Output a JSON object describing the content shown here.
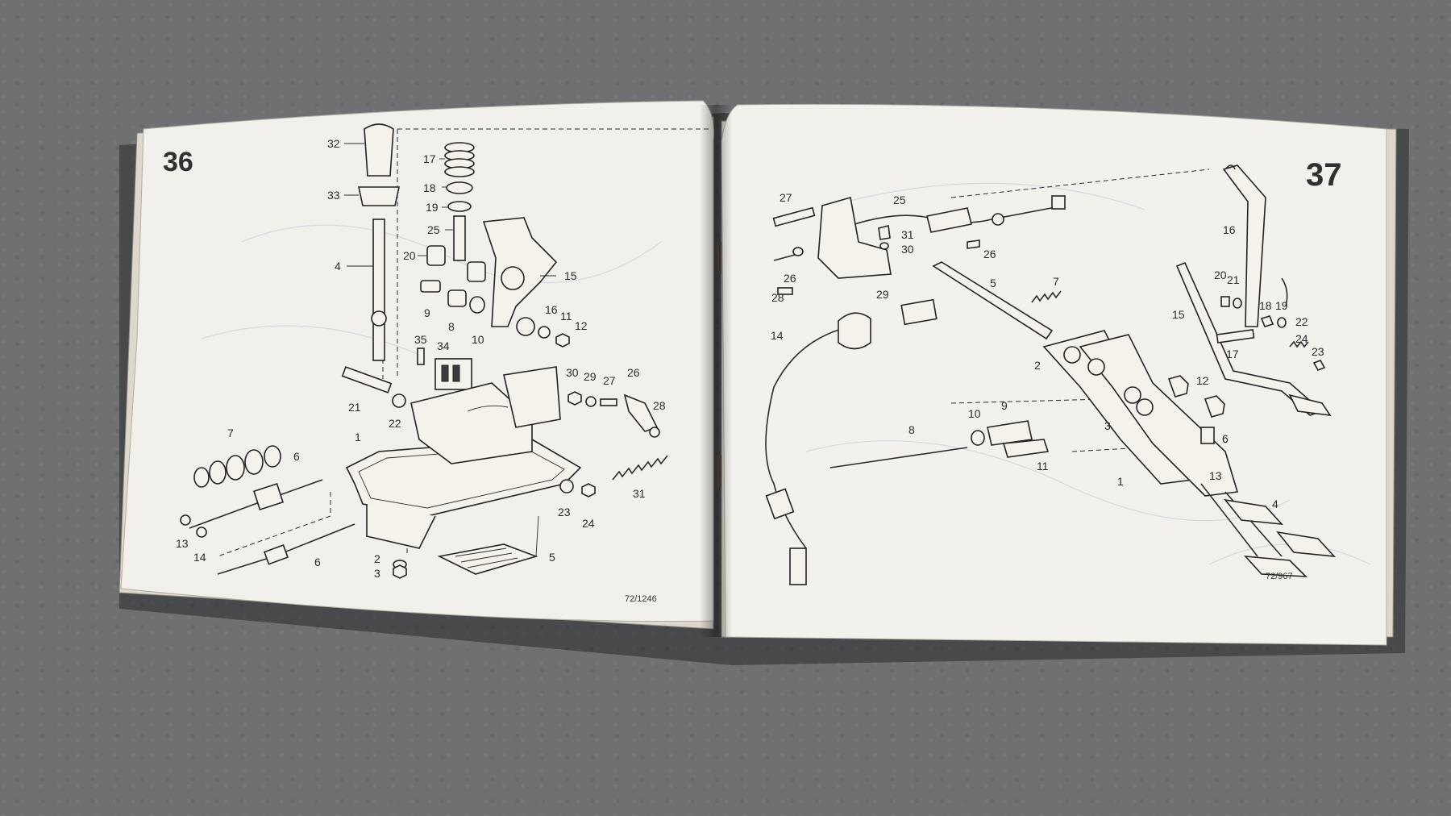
{
  "left_page": {
    "page_number": "36",
    "figure_code": "72/1246",
    "labels": [
      "32",
      "33",
      "4",
      "17",
      "18",
      "19",
      "25",
      "20",
      "15",
      "9",
      "8",
      "10",
      "16",
      "11",
      "12",
      "35",
      "34",
      "21",
      "22",
      "30",
      "29",
      "27",
      "26",
      "28",
      "1",
      "7",
      "6",
      "13",
      "14",
      "31",
      "23",
      "24",
      "2",
      "3",
      "5",
      "6"
    ]
  },
  "right_page": {
    "page_number": "37",
    "figure_code": "72/967",
    "labels": [
      "27",
      "25",
      "31",
      "30",
      "26",
      "26",
      "28",
      "29",
      "5",
      "7",
      "14",
      "2",
      "8",
      "10",
      "9",
      "11",
      "3",
      "1",
      "13",
      "4",
      "16",
      "20",
      "21",
      "18",
      "19",
      "15",
      "22",
      "24",
      "23",
      "17",
      "12",
      "6"
    ]
  }
}
